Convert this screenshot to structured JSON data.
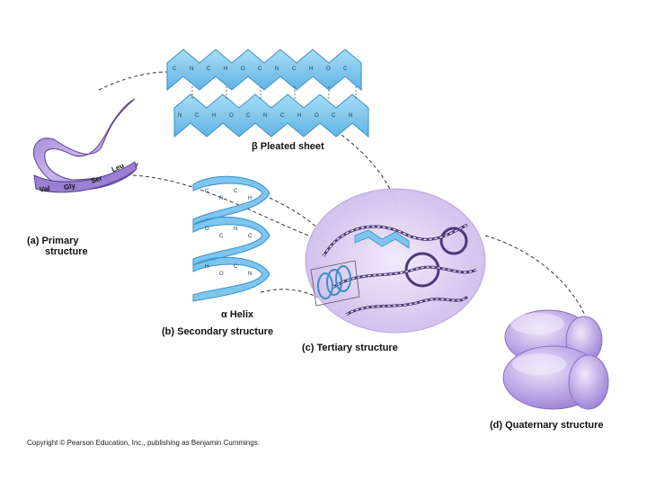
{
  "primary": {
    "label": "(a) Primary",
    "label2": "structure",
    "residues": [
      "Val",
      "Gly",
      "Ser",
      "Leu"
    ]
  },
  "pleated": {
    "greek": "β",
    "label": "Pleated sheet"
  },
  "helix": {
    "greek": "α",
    "label": "Helix"
  },
  "secondary": {
    "label": "(b) Secondary structure"
  },
  "tertiary": {
    "label": "(c) Tertiary structure"
  },
  "quaternary": {
    "label": "(d) Quaternary structure"
  },
  "copyright": "Copyright © Pearson Education, Inc., publishing as Benjamin Cummings.",
  "colors": {
    "ribbon": "#a98fd3",
    "sheet": "#7cc6ef",
    "globule": "#d8c9ef",
    "quaternary": "#b9a3e3",
    "dashes": "#333333"
  },
  "atoms": {
    "n": "N",
    "c": "C",
    "h": "H",
    "o": "O"
  }
}
